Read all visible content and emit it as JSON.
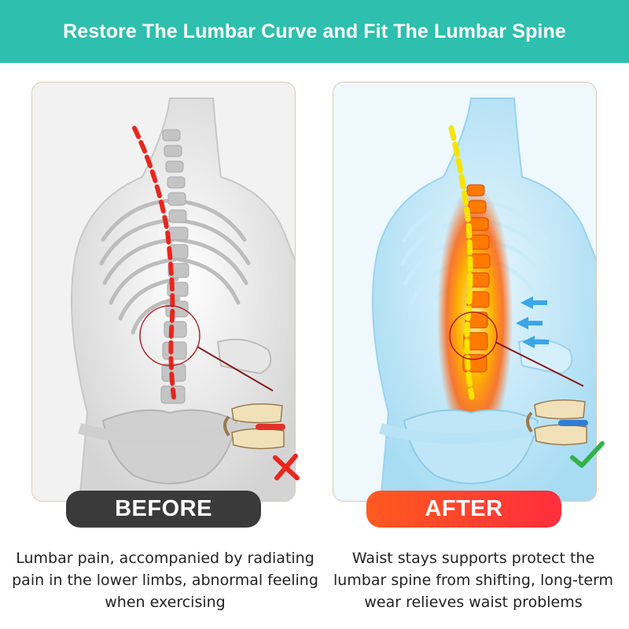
{
  "banner": {
    "title": "Restore The Lumbar Curve and Fit The Lumbar Spine"
  },
  "before": {
    "label": "BEFORE",
    "caption": [
      "Lumbar pain, accompanied by radiating",
      "pain in the lower limbs, abnormal feeling",
      "when exercising"
    ],
    "accent": "#e8261e",
    "icon": "cross-mark-icon"
  },
  "after": {
    "label": "AFTER",
    "caption": [
      "Waist stays supports protect the",
      "lumbar spine from shifting, long-term",
      "wear relieves waist problems"
    ],
    "accent": "#33b24a",
    "icon": "check-mark-icon"
  },
  "colors": {
    "banner": "#2ebfae",
    "before_pill": "#3a3a3a",
    "after_pill": "#ff4a2c",
    "spine_line_before": "#e8261e",
    "spine_line_after": "#f5e400"
  }
}
